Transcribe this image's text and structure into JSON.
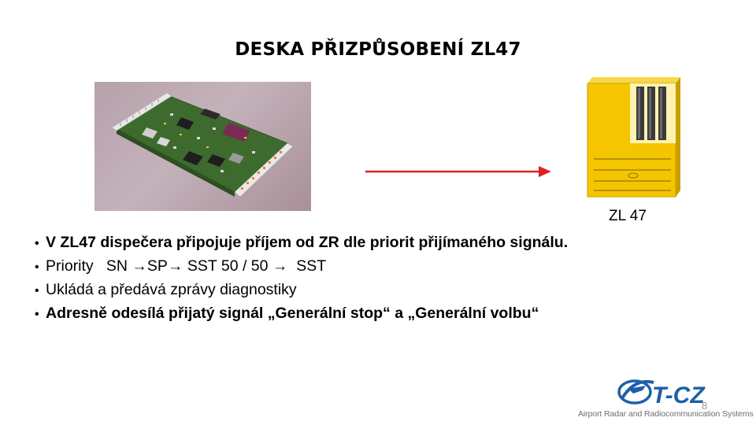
{
  "slide": {
    "title": "DESKA PŘIZPŮSOBENÍ ZL47",
    "module_caption": "ZL 47",
    "bullets": [
      "V ZL47 dispečera připojuje příjem od ZR dle priorit přijímaného signálu.",
      "Priority   SN →SP→ SST 50 / 50 →  SST",
      "Ukládá a předává zprávy diagnostiky",
      "Adresně odesílá přijatý signál „Generální stop“ a „Generální volbu“"
    ],
    "bullet_marker": "•",
    "page_number": "8"
  },
  "logo": {
    "brand": "T-CZ",
    "tagline": "Airport Radar and Radiocommunication Systems"
  },
  "colors": {
    "arrow": "#e02020",
    "module_yellow": "#f4c500",
    "logo_blue": "#1f5fa8"
  }
}
